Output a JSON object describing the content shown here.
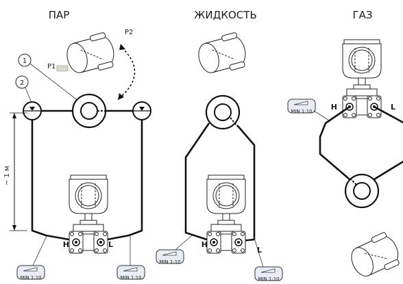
{
  "sections": {
    "steam": {
      "title": "ПАР"
    },
    "liquid": {
      "title": "ЖИДКОСТЬ"
    },
    "gas": {
      "title": "ГАЗ"
    }
  },
  "labels": {
    "p1": "P1",
    "p2": "P2",
    "callout_1": "1",
    "callout_2": "2",
    "distance": "~ 1 м",
    "high": "H",
    "low": "L",
    "slope": "MIN 1:10"
  }
}
